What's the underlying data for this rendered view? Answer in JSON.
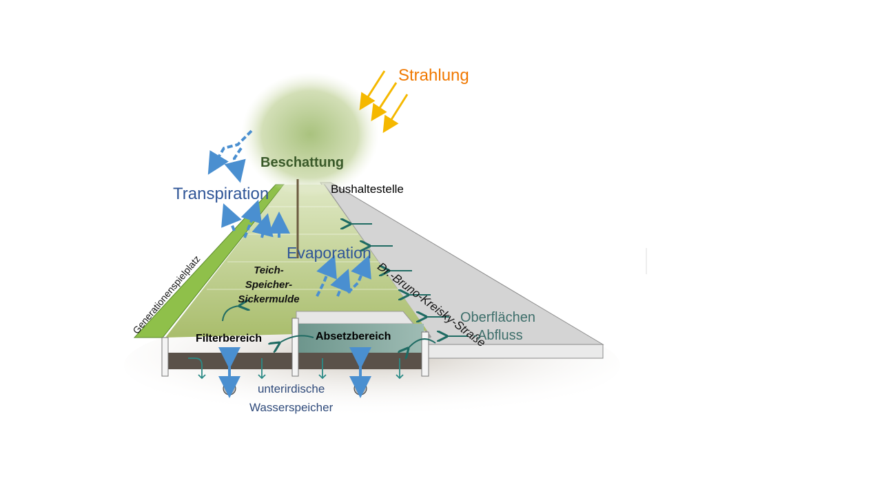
{
  "labels": {
    "strahlung": "Strahlung",
    "beschattung": "Beschattung",
    "transpiration": "Transpiration",
    "bushaltestelle": "Bushaltestelle",
    "street": "Dr.-Bruno-Kreisky-Straße",
    "generationenspielplatz": "Generationenspielplatz",
    "evaporation": "Evaporation",
    "mulde_line1": "Teich-",
    "mulde_line2": "Speicher-",
    "mulde_line3": "Sickermulde",
    "filterbereich": "Filterbereich",
    "absetzbereich": "Absetzbereich",
    "oberflaechen_line1": "Oberflächen",
    "oberflaechen_line2": "-Abfluss",
    "speicher_line1": "unterirdische",
    "speicher_line2": "Wasserspeicher"
  },
  "colors": {
    "strahlung": "#f07800",
    "sun_arrows": "#f5b800",
    "water_blue": "#2f5597",
    "beschattung": "#3a5a2a",
    "teal_arrows": "#1f6b63",
    "oberflaechen": "#3d6e6a"
  }
}
